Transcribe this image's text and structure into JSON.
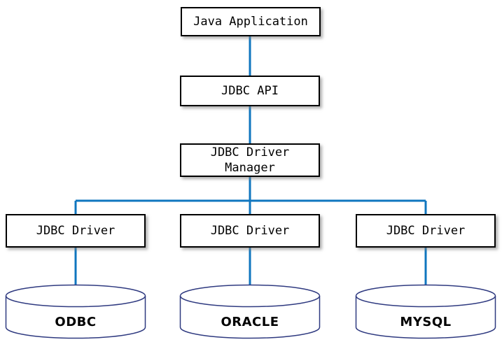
{
  "diagram": {
    "nodes": {
      "java_application": {
        "label": "Java Application"
      },
      "jdbc_api": {
        "label": "JDBC API"
      },
      "jdbc_driver_manager": {
        "lines": [
          "JDBC Driver",
          "Manager"
        ]
      },
      "drivers": [
        {
          "label": "JDBC Driver"
        },
        {
          "label": "JDBC Driver"
        },
        {
          "label": "JDBC Driver"
        }
      ],
      "databases": [
        {
          "label": "ODBC"
        },
        {
          "label": "ORACLE"
        },
        {
          "label": "MYSQL"
        }
      ]
    },
    "colors": {
      "connector": "#0f76bf",
      "box_border": "#000000",
      "box_fill": "#ffffff",
      "cylinder_outline": "#2f3a80"
    }
  }
}
